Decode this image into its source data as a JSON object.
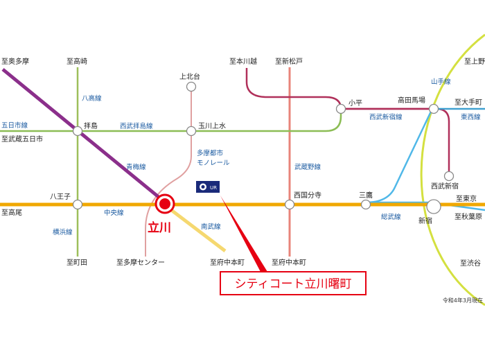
{
  "title": "シティコート立川曙町",
  "date_note": "令和4年3月現在",
  "badge": "UR",
  "destinations": {
    "okutama": "至奥多摩",
    "takasaki": "至高崎",
    "kawagoe": "至本川越",
    "shinmatsudo": "至新松戸",
    "ueno": "至上野",
    "otemachi": "至大手町",
    "tokyo": "至東京",
    "akihabara": "至秋葉原",
    "shibuya": "至渋谷",
    "itsukaichi": "五日市線",
    "musashi_itsukaichi": "至武蔵五日市",
    "takao": "至高尾",
    "machida": "至町田",
    "tama_center": "至多摩センター",
    "fuchu_honmachi_1": "至府中本町",
    "fuchu_honmachi_2": "至府中本町"
  },
  "stations": {
    "kamikitadai": "上北台",
    "haijima": "拝島",
    "tamagawa_josui": "玉川上水",
    "kodaira": "小平",
    "takadanobaba": "高田馬場",
    "seibu_shinjuku": "西武新宿",
    "hachioji": "八王子",
    "tachikawa": "立川",
    "nishikokubunji": "西国分寺",
    "mitaka": "三鷹",
    "shinjuku": "新宿"
  },
  "lines": {
    "hachiko": "八高線",
    "seibu_haijima": "西武拝島線",
    "ome": "青梅線",
    "tama_monorail_1": "多摩都市",
    "tama_monorail_2": "モノレール",
    "musashino_upper": "武蔵野線",
    "seibu_shinjuku": "西武新宿線",
    "yamanote": "山手線",
    "tozai": "東西線",
    "chuo": "中央線",
    "nambu": "南武線",
    "yokohama": "横浜線",
    "sobu": "総武線"
  },
  "colors": {
    "chuo": "#f0a800",
    "ome": "#8b2f8b",
    "hachiko": "#9dbf5a",
    "seibu_haijima": "#8cbd55",
    "monorail": "#e0a0a0",
    "musashino": "#e8847a",
    "seibu_shinjuku": "#b0305a",
    "nambu": "#f5d870",
    "yamanote": "#d4e040",
    "sobu": "#50b8e8",
    "tozai": "#40a0d0",
    "line_label": "#1a5aa0",
    "highlight": "#e60012",
    "ur_badge": "#1a2a7a"
  }
}
